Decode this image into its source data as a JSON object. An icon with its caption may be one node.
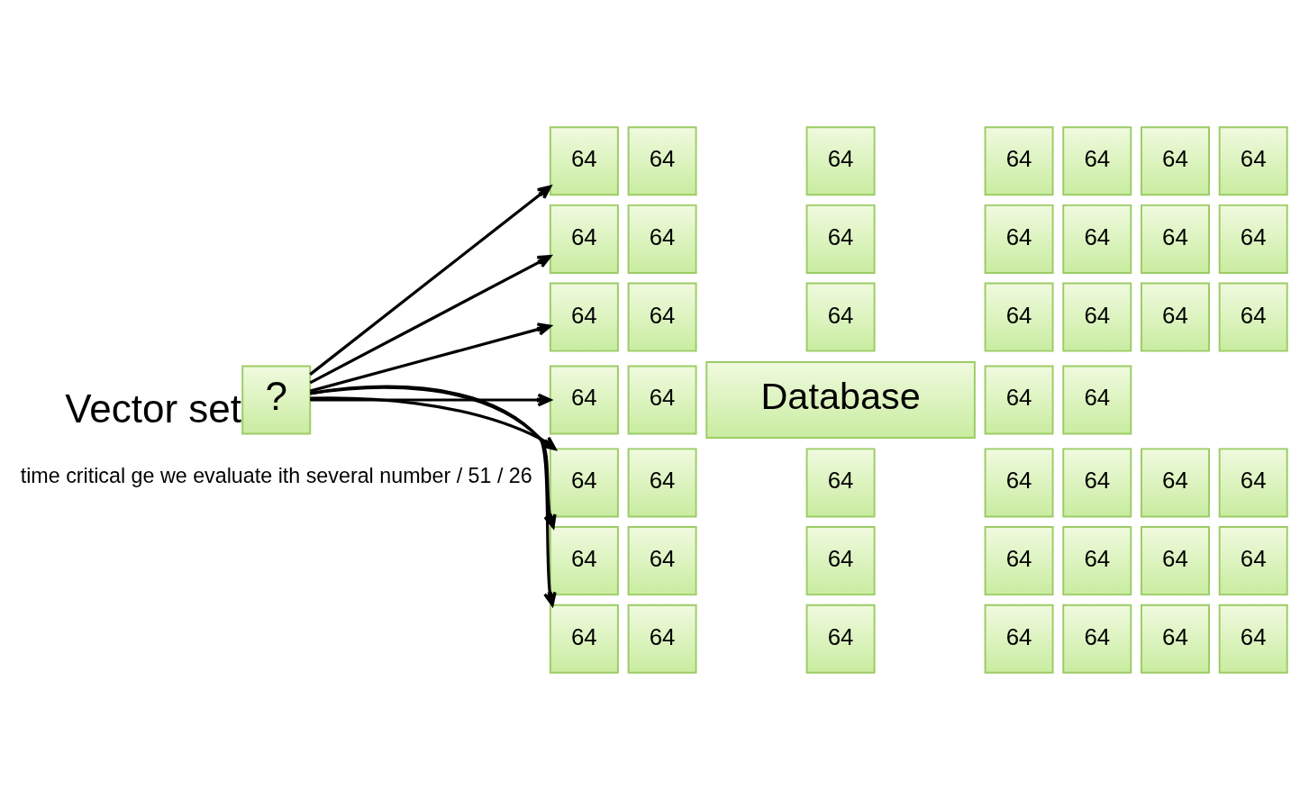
{
  "diagram": {
    "nodes": [
      {
        "text": [
          "?"
        ],
        "beside": [
          "Vector set"
        ]
      },
      {
        "text": [
          "64"
        ]
      },
      {
        "text": [
          "64"
        ]
      },
      {
        "text": [
          "64"
        ]
      },
      {
        "text": [
          "64"
        ]
      },
      {
        "text": [
          "64"
        ]
      },
      {
        "text": [
          "64"
        ]
      },
      {
        "text": [
          "64"
        ]
      },
      {
        "text": [
          "64"
        ]
      },
      {
        "text": [
          "64"
        ]
      },
      {
        "text": [
          "64"
        ]
      },
      {
        "text": [
          "64"
        ]
      },
      {
        "text": [
          "64"
        ]
      },
      {
        "text": [
          "64"
        ]
      },
      {
        "text": [
          "64"
        ]
      },
      {
        "text": [
          "64"
        ]
      },
      {
        "text": [
          "64"
        ]
      },
      {
        "text": [
          "64"
        ]
      },
      {
        "text": [
          "64"
        ]
      },
      {
        "text": [
          "64"
        ]
      },
      {
        "text": [
          "64"
        ]
      },
      {
        "text": [
          "64"
        ]
      },
      {
        "text": [
          "64"
        ]
      },
      {
        "text": [
          "64"
        ]
      },
      {
        "text": [
          "Database"
        ]
      },
      {
        "text": [
          "64"
        ]
      },
      {
        "text": [
          "64"
        ]
      },
      {
        "text": [
          "64"
        ]
      },
      {
        "text": [
          "64"
        ]
      },
      {
        "text": [
          "64"
        ]
      },
      {
        "text": [
          "64"
        ]
      },
      {
        "text": [
          "64"
        ]
      },
      {
        "text": [
          "64"
        ]
      },
      {
        "text": [
          "64"
        ]
      },
      {
        "text": [
          "64"
        ]
      },
      {
        "text": [
          "64"
        ]
      },
      {
        "text": [
          "64"
        ]
      },
      {
        "text": [
          "64"
        ]
      },
      {
        "text": [
          "64"
        ]
      },
      {
        "text": [
          "64"
        ]
      },
      {
        "text": [
          "64"
        ]
      },
      {
        "text": [
          "64"
        ]
      },
      {
        "text": [
          "64"
        ]
      },
      {
        "text": [
          "64"
        ]
      },
      {
        "text": [
          "64"
        ]
      },
      {
        "text": [
          "64"
        ]
      },
      {
        "text": [
          "64"
        ]
      },
      {
        "text": [
          "64"
        ]
      }
    ],
    "edges": [
      {
        "from": 0,
        "to": 1,
        "arrow": "to"
      },
      {
        "from": 0,
        "to": 8,
        "arrow": "to"
      },
      {
        "from": 0,
        "to": 15,
        "arrow": "to"
      },
      {
        "from": 0,
        "to": 22,
        "arrow": "to"
      },
      {
        "from": 0,
        "to": 27,
        "arrow": "to"
      },
      {
        "from": 0,
        "to": 34,
        "arrow": "to"
      },
      {
        "from": 0,
        "to": 41,
        "arrow": "to"
      }
    ],
    "labels": [
      "time critical ge we evaluate ith several number / 51 / 26"
    ]
  }
}
